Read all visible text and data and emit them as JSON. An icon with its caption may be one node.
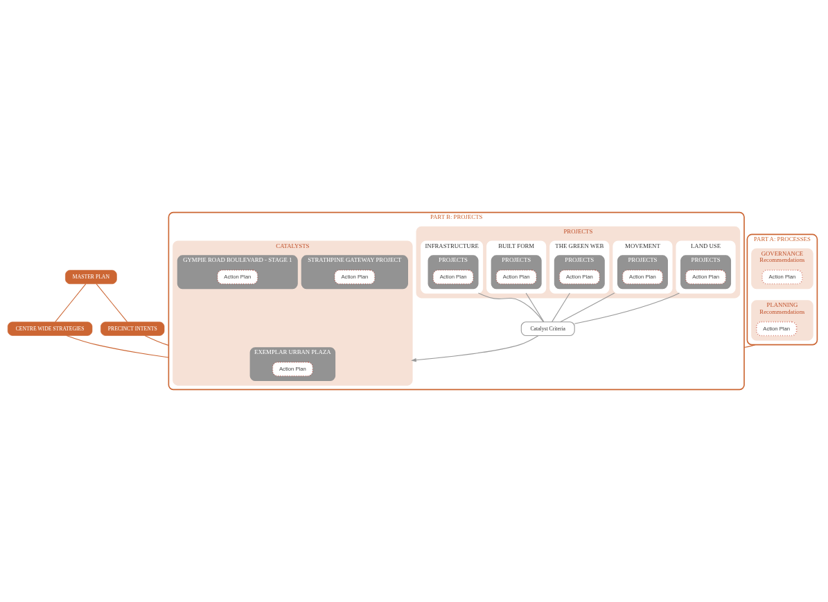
{
  "diagram": {
    "nodes": [
      {
        "text": [
          "MASTER PLAN"
        ]
      },
      {
        "text": [
          "CENTRE WIDE STRATEGIES"
        ]
      },
      {
        "text": [
          "PRECINCT INTENTS"
        ]
      },
      {
        "text": [
          "PART A: PROCESSES"
        ]
      },
      {
        "text": [
          "GOVERNANCE",
          "Recommendations"
        ],
        "in": 3
      },
      {
        "text": [
          "Action Plan"
        ],
        "in": 4
      },
      {
        "text": [
          "PLANNING",
          "Recommendations"
        ],
        "in": 3
      },
      {
        "text": [
          "Action Plan"
        ],
        "in": 6
      },
      {
        "text": [
          "PART B: PROJECTS"
        ]
      },
      {
        "text": [
          "PROJECTS"
        ],
        "in": 8
      },
      {
        "text": [
          "LAND USE"
        ],
        "in": 9
      },
      {
        "text": [
          "PROJECTS"
        ],
        "in": 10
      },
      {
        "text": [
          "Action Plan"
        ],
        "in": 11
      },
      {
        "text": [
          "MOVEMENT"
        ],
        "in": 9
      },
      {
        "text": [
          "PROJECTS"
        ],
        "in": 13
      },
      {
        "text": [
          "Action Plan"
        ],
        "in": 14
      },
      {
        "text": [
          "THE GREEN WEB"
        ],
        "in": 9
      },
      {
        "text": [
          "PROJECTS"
        ],
        "in": 16
      },
      {
        "text": [
          "Action Plan"
        ],
        "in": 17
      },
      {
        "text": [
          "BUILT FORM"
        ],
        "in": 9
      },
      {
        "text": [
          "PROJECTS"
        ],
        "in": 19
      },
      {
        "text": [
          "Action Plan"
        ],
        "in": 20
      },
      {
        "text": [
          "INFRASTRUCTURE"
        ],
        "in": 9
      },
      {
        "text": [
          "PROJECTS"
        ],
        "in": 22
      },
      {
        "text": [
          "Action Plan"
        ],
        "in": 23
      },
      {
        "text": [
          "Catalyst Criteria"
        ],
        "in": 8
      },
      {
        "text": [
          "CATALYSTS"
        ],
        "in": 8
      },
      {
        "text": [
          "STRATHPINE GATEWAY PROJECT"
        ],
        "in": 26
      },
      {
        "text": [
          "Action Plan"
        ],
        "in": 27
      },
      {
        "text": [
          "GYMPIE ROAD BOULEVARD - STAGE 1"
        ],
        "in": 26
      },
      {
        "text": [
          "Action Plan"
        ],
        "in": 29
      },
      {
        "text": [
          "EXEMPLAR URBAN PLAZA"
        ],
        "in": 26
      },
      {
        "text": [
          "Action Plan"
        ],
        "in": 31
      }
    ],
    "edges": [
      {
        "from": 0,
        "to": 1,
        "arrow": "none",
        "color": "#cc6633"
      },
      {
        "from": 0,
        "to": 2,
        "arrow": "none",
        "color": "#cc6633"
      },
      {
        "from": 1,
        "to": 8,
        "arrow": "none",
        "color": "#cc6633"
      },
      {
        "from": 2,
        "to": 8,
        "arrow": "none",
        "color": "#cc6633"
      },
      {
        "from": 3,
        "to": 8,
        "arrow": "none",
        "color": "#cc6633"
      },
      {
        "from": 10,
        "to": 25,
        "arrow": "none"
      },
      {
        "from": 13,
        "to": 25,
        "arrow": "none"
      },
      {
        "from": 16,
        "to": 25,
        "arrow": "none"
      },
      {
        "from": 19,
        "to": 25,
        "arrow": "none"
      },
      {
        "from": 22,
        "to": 25,
        "arrow": "none"
      },
      {
        "from": 25,
        "to": 26,
        "arrow": "to"
      }
    ]
  }
}
